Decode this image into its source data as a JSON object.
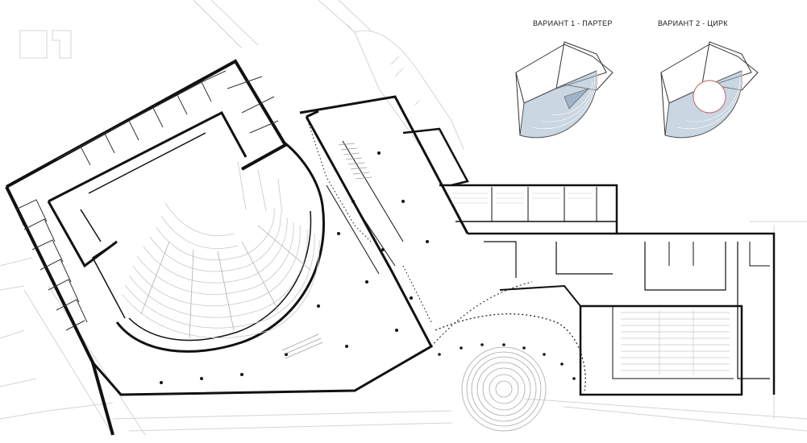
{
  "variants": [
    {
      "label": "ВАРИАНТ 1 - ПАРТЕР",
      "mode": "parterre"
    },
    {
      "label": "ВАРИАНТ 2 - ЦИРК",
      "mode": "circus"
    }
  ],
  "colors": {
    "wall": "#111111",
    "thin": "#9a9a9a",
    "seat": "#c8c8c8",
    "context": "#d4d4d4",
    "variant_seat": "#9fb4c8",
    "variant_accent": "#c47a7a"
  }
}
